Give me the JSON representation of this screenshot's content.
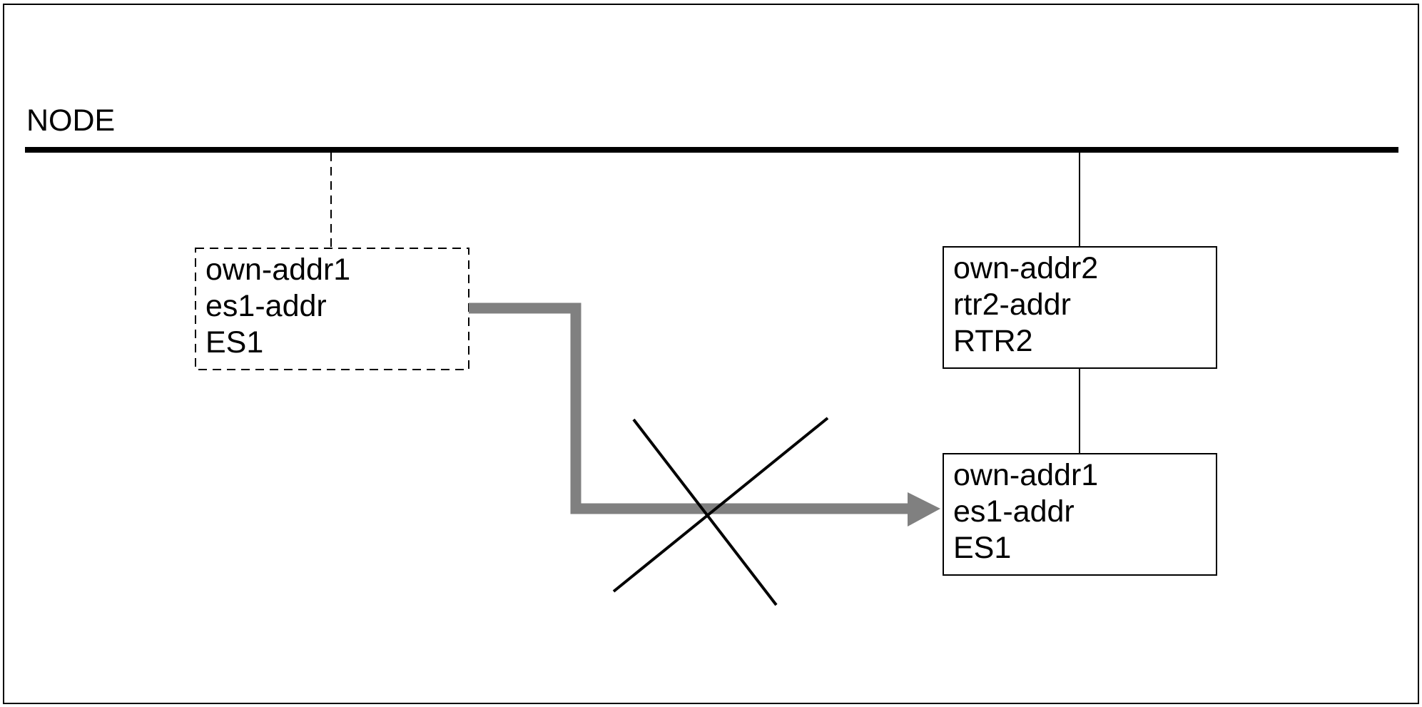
{
  "bus": {
    "label": "NODE"
  },
  "nodes": {
    "es1_source": {
      "lines": [
        "own-addr1",
        "es1-addr",
        "ES1"
      ],
      "style": "dashed"
    },
    "rtr2": {
      "lines": [
        "own-addr2",
        "rtr2-addr",
        "RTR2"
      ],
      "style": "solid"
    },
    "es1_target": {
      "lines": [
        "own-addr1",
        "es1-addr",
        "ES1"
      ],
      "style": "solid"
    }
  },
  "path": {
    "color": "#808080",
    "blocked": true
  },
  "colors": {
    "line": "#000000",
    "arrow": "#808080",
    "background": "#ffffff"
  }
}
